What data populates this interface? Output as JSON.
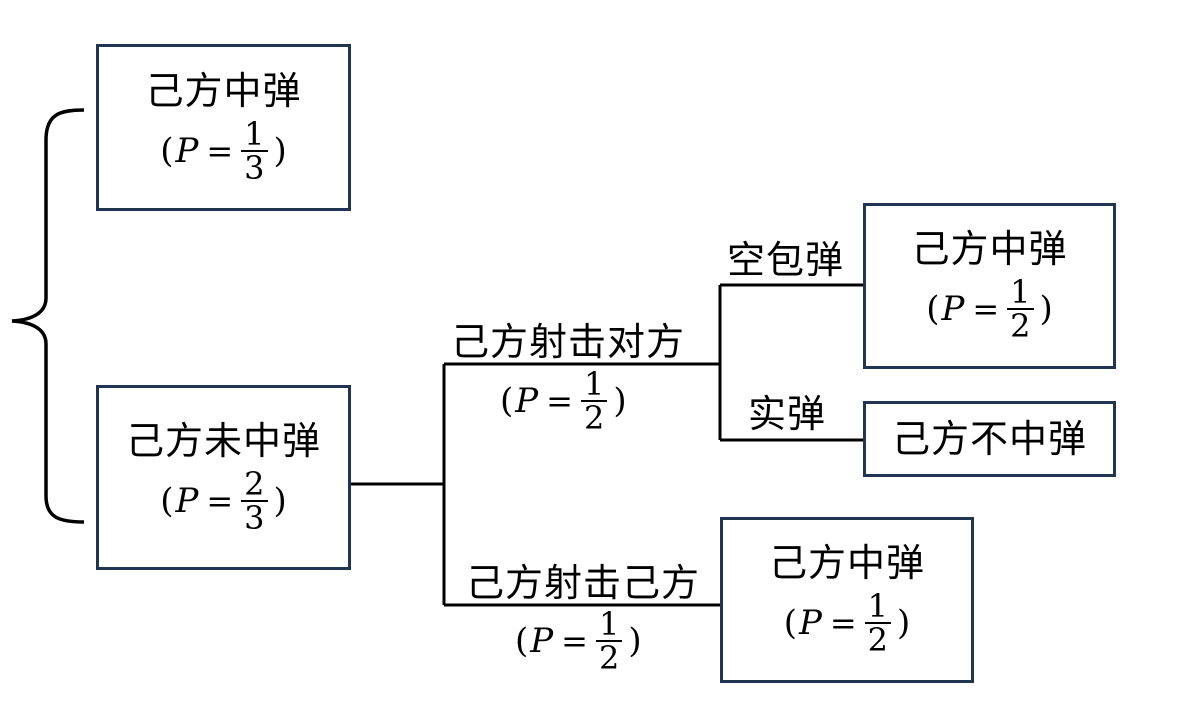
{
  "nodes": {
    "own_hit_first": {
      "title": "己方中弹",
      "prob_var": "P",
      "prob_num": "1",
      "prob_den": "3"
    },
    "own_miss": {
      "title": "己方未中弹",
      "prob_var": "P",
      "prob_num": "2",
      "prob_den": "3"
    },
    "blank_own_hit": {
      "title": "己方中弹",
      "prob_var": "P",
      "prob_num": "1",
      "prob_den": "2"
    },
    "live_own_not_hit": {
      "title": "己方不中弹"
    },
    "self_shot_own_hit": {
      "title": "己方中弹",
      "prob_var": "P",
      "prob_num": "1",
      "prob_den": "2"
    }
  },
  "edges": {
    "shoot_opponent": {
      "label": "己方射击对方",
      "prob_var": "P",
      "prob_num": "1",
      "prob_den": "2"
    },
    "shoot_self": {
      "label": "己方射击己方",
      "prob_var": "P",
      "prob_num": "1",
      "prob_den": "2"
    },
    "blank": {
      "label": "空包弹"
    },
    "live": {
      "label": "实弹"
    }
  },
  "colors": {
    "box_border": "#1f3552",
    "line": "#000000"
  }
}
